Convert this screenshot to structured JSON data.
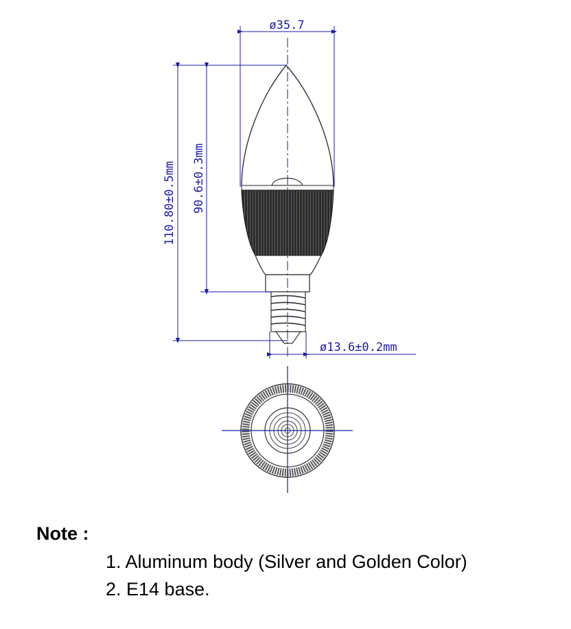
{
  "dimensions": {
    "top_diameter": "ø35.7",
    "total_height": "110.80±0.5mm",
    "body_height": "90.6±0.3mm",
    "base_diameter": "ø13.6±0.2mm"
  },
  "note": {
    "title": "Note :",
    "items": [
      "1. Aluminum body (Silver and Golden Color)",
      "2. E14 base."
    ]
  },
  "colors": {
    "dimension": "#1a1aa8",
    "outline": "#333333"
  }
}
